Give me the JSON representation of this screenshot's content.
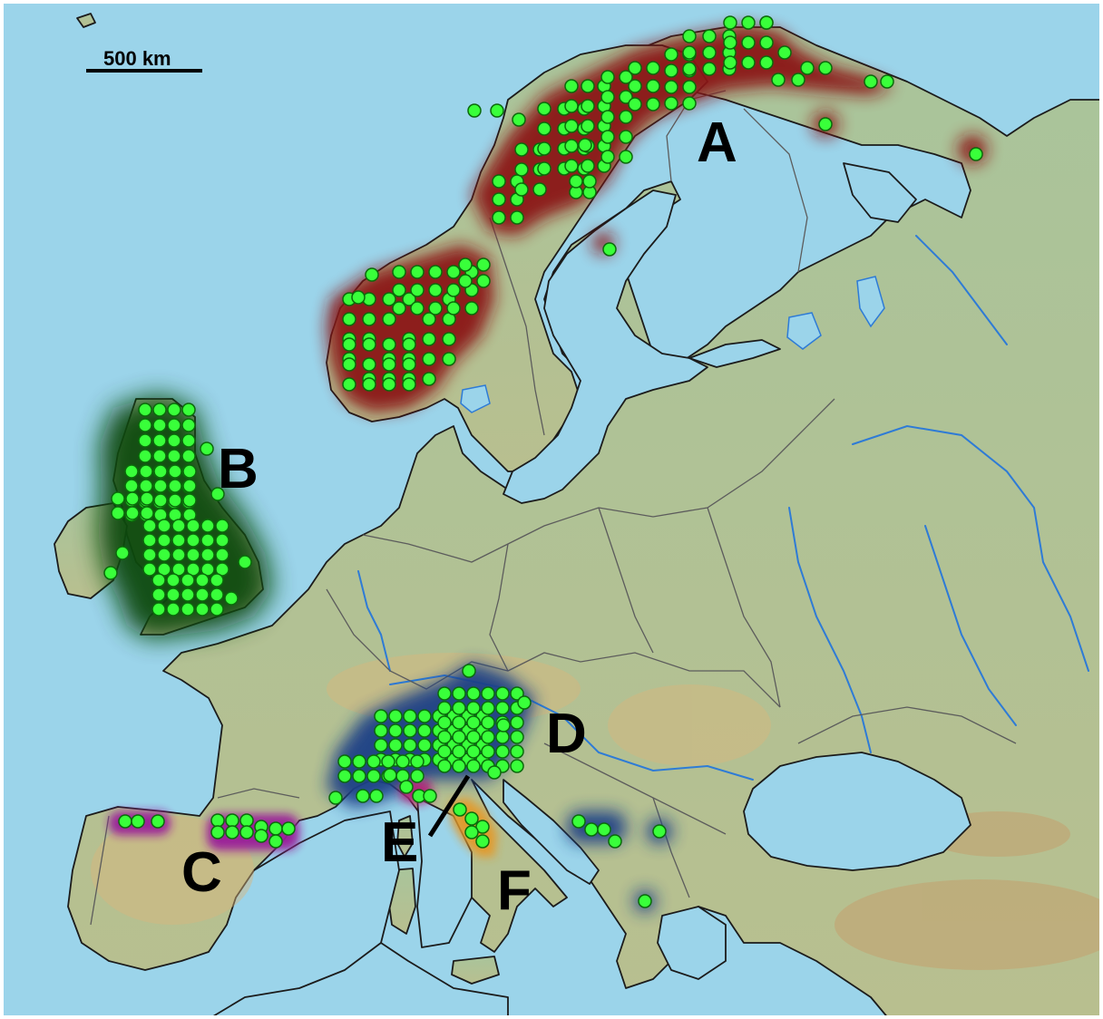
{
  "scale_bar": {
    "label": "500 km"
  },
  "colors": {
    "sea": "#9bd4ea",
    "land": "#a6c294",
    "land_relief": "#c8b78c",
    "border": "#5c5c5c",
    "coast": "#1b1b1b",
    "river": "#2e7bd6",
    "marker": "#39ff3a",
    "marker_outline": "#0a6a0a",
    "region_A": "#8b1414",
    "region_B": "#0b4a10",
    "region_C": "#9a1a9a",
    "region_D": "#1c3f86",
    "region_E": "#b0207a",
    "region_F": "#e39a2a"
  },
  "regions": [
    {
      "id": "A",
      "label": "A"
    },
    {
      "id": "B",
      "label": "B"
    },
    {
      "id": "C",
      "label": "C"
    },
    {
      "id": "D",
      "label": "D"
    },
    {
      "id": "E",
      "label": "E"
    },
    {
      "id": "F",
      "label": "F"
    }
  ],
  "marker_icon": "green-circle-icon"
}
